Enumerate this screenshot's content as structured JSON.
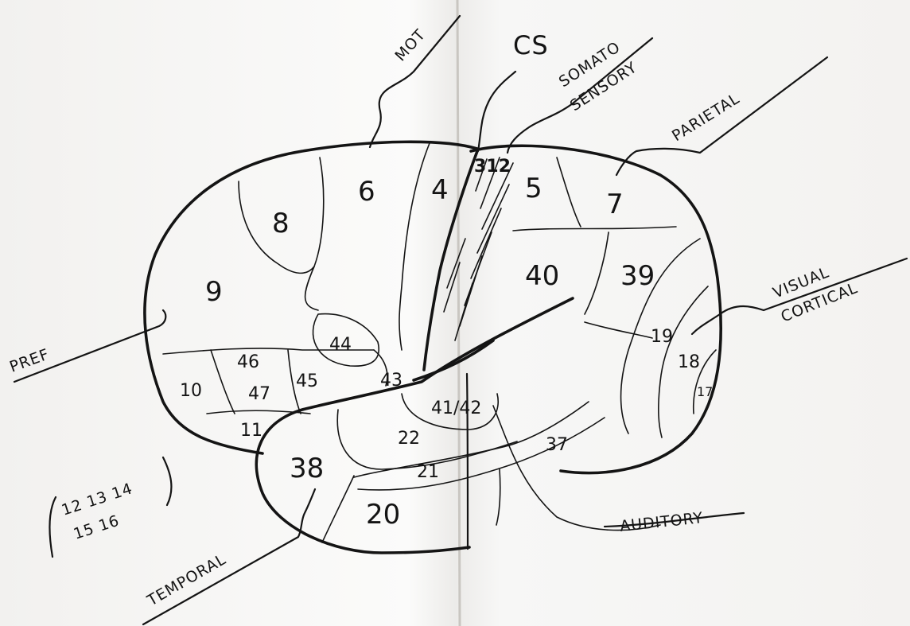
{
  "labels": {
    "mot": "MOT",
    "cs": "CS",
    "somato_line1": "SOMATO",
    "somato_line2": "SENSORY",
    "parietal": "PARIETAL",
    "visual_line1": "VISUAL",
    "visual_line2": "CORTICAL",
    "pref": "PREF",
    "temporal": "TEMPORAL",
    "auditory": "AUDITORY",
    "extra_line1": "12 13 14",
    "extra_line2": "15 16"
  },
  "areas": {
    "a8": "8",
    "a6": "6",
    "a4": "4",
    "a312": "312",
    "a5": "5",
    "a7": "7",
    "a9": "9",
    "a10": "10",
    "a46": "46",
    "a47": "47",
    "a45": "45",
    "a44": "44",
    "a43": "43",
    "a11": "11",
    "a40": "40",
    "a39": "39",
    "a19": "19",
    "a18": "18",
    "a17": "17",
    "a41_42": "41/42",
    "a22": "22",
    "a21": "21",
    "a37": "37",
    "a38": "38",
    "a20": "20"
  }
}
